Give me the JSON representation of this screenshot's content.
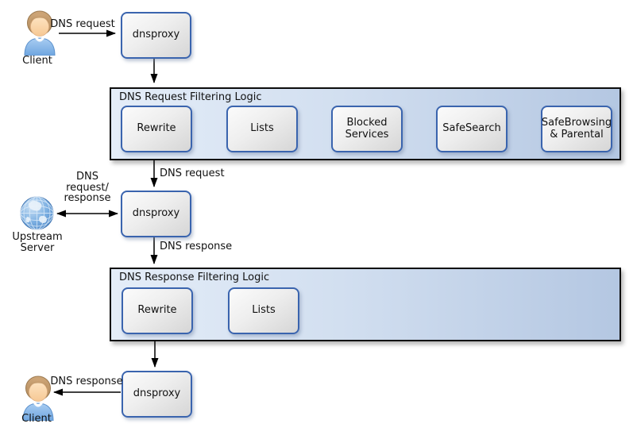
{
  "nodes": {
    "clientTop": {
      "label": "Client",
      "icon": "person-icon"
    },
    "dnsproxyTop": {
      "label": "dnsproxy"
    },
    "upstream": {
      "label": "Upstream\nServer",
      "icon": "globe-icon"
    },
    "dnsproxyMid": {
      "label": "dnsproxy"
    },
    "dnsproxyBottom": {
      "label": "dnsproxy"
    },
    "clientBottom": {
      "label": "Client",
      "icon": "person-icon"
    }
  },
  "containers": {
    "request": {
      "title": "DNS Request Filtering Logic",
      "steps": [
        {
          "label": "Rewrite"
        },
        {
          "label": "Lists"
        },
        {
          "label": "Blocked\nServices"
        },
        {
          "label": "SafeSearch"
        },
        {
          "label": "SafeBrowsing\n& Parental"
        }
      ]
    },
    "response": {
      "title": "DNS Response Filtering Logic",
      "steps": [
        {
          "label": "Rewrite"
        },
        {
          "label": "Lists"
        }
      ]
    }
  },
  "edgeLabels": {
    "clientRequest": "DNS request",
    "filteredRequest": "DNS request",
    "upstreamExchange": "DNS\nrequest/\nresponse",
    "upstreamResponse": "DNS response",
    "clientResponse": "DNS response"
  },
  "colors": {
    "containerFillLeft": "#e4edf8",
    "containerFillRight": "#b4c7e2",
    "containerBorder": "#0d0d0d",
    "nodeBorder": "#3a64ae",
    "arrow": "#000000"
  }
}
